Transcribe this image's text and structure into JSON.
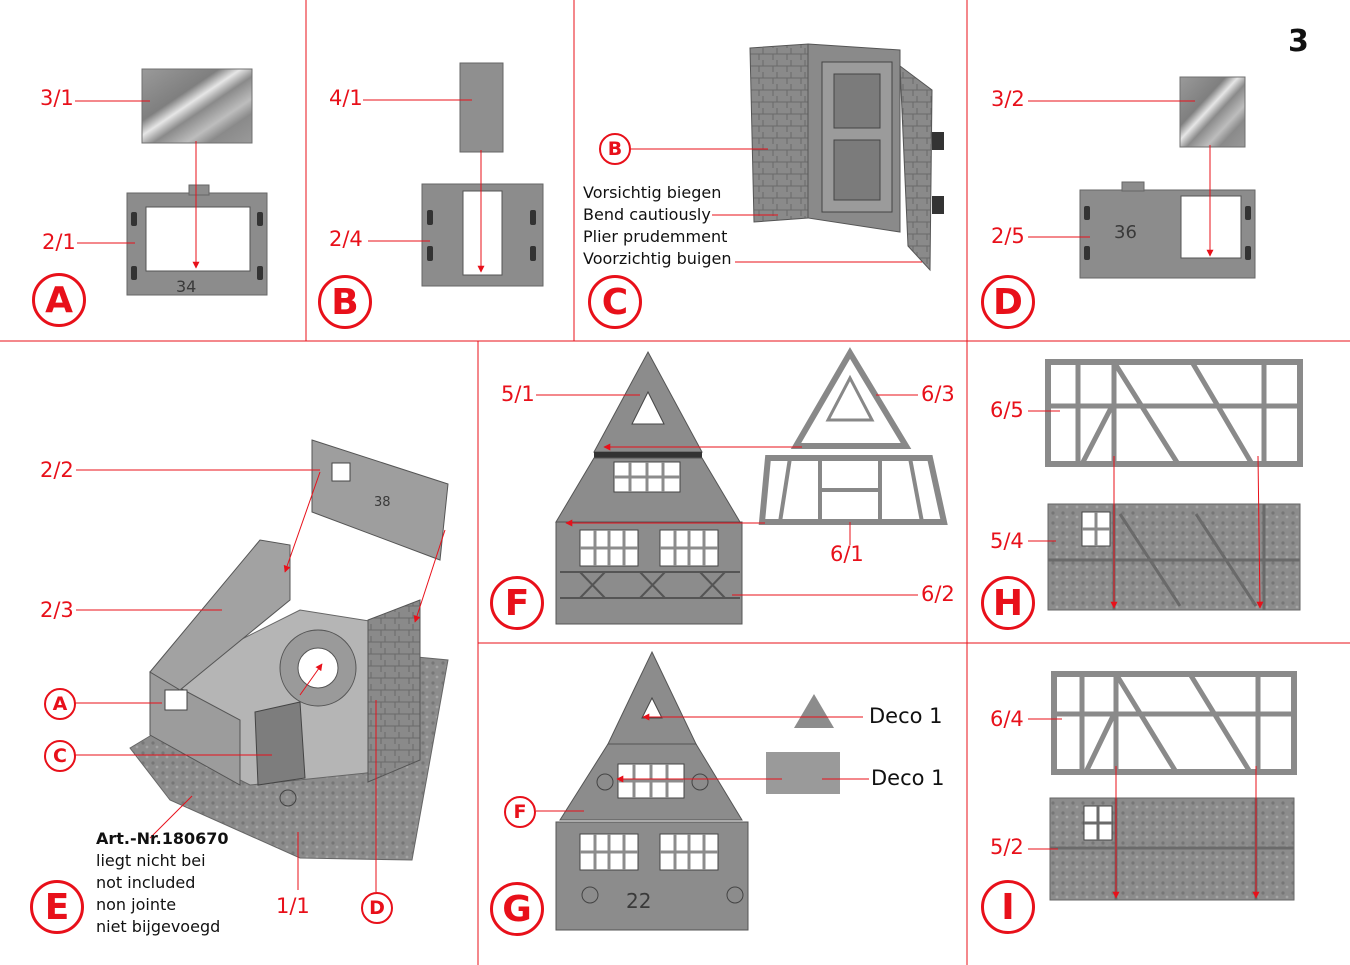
{
  "page_number": "3",
  "colors": {
    "accent": "#e8101a",
    "part": "#8f8f8f",
    "part_dark": "#5a5a5a"
  },
  "steps": {
    "A": {
      "letter": "A",
      "parts": [
        "3/1",
        "2/1"
      ],
      "engraving": "34"
    },
    "B": {
      "letter": "B",
      "parts": [
        "4/1",
        "2/4"
      ]
    },
    "C": {
      "letter": "C",
      "badge": "B",
      "notes": [
        "Vorsichtig biegen",
        "Bend cautiously",
        "Plier prudemment",
        "Voorzichtig buigen"
      ]
    },
    "D": {
      "letter": "D",
      "parts": [
        "3/2",
        "2/5"
      ],
      "engraving": "36"
    },
    "E": {
      "letter": "E",
      "parts": [
        "2/2",
        "2/3",
        "1/1"
      ],
      "badges": [
        "A",
        "C",
        "D"
      ],
      "engraving": "38",
      "art_nr": "Art.-Nr.180670",
      "notes": [
        "liegt nicht bei",
        "not included",
        "non jointe",
        "niet bijgevoegd"
      ]
    },
    "F": {
      "letter": "F",
      "parts": [
        "5/1",
        "6/3",
        "6/1",
        "6/2"
      ]
    },
    "G": {
      "letter": "G",
      "badge": "F",
      "parts": [
        "Deco 1",
        "Deco 1"
      ],
      "engraving": "22"
    },
    "H": {
      "letter": "H",
      "parts": [
        "6/5",
        "5/4"
      ]
    },
    "I": {
      "letter": "I",
      "parts": [
        "6/4",
        "5/2"
      ]
    }
  }
}
